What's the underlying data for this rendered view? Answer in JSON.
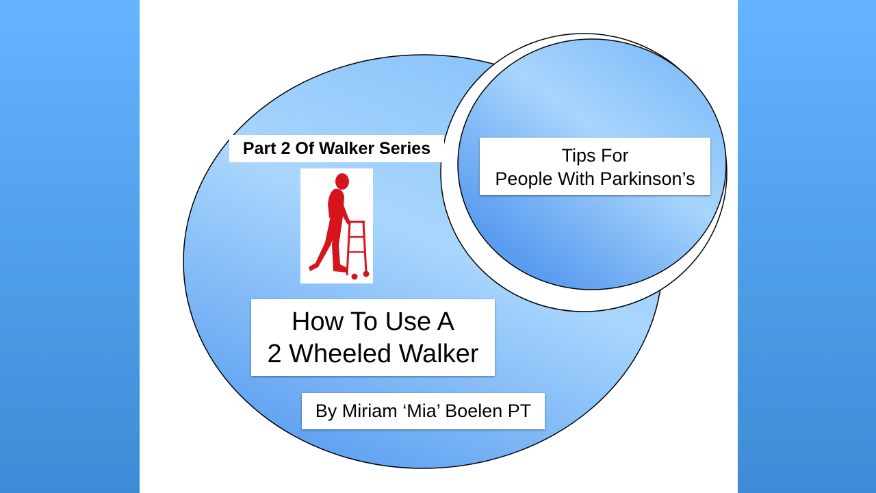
{
  "slide": {
    "series_label": "Part 2 Of Walker Series",
    "tips_line1": "Tips For",
    "tips_line2": "People With Parkinson’s",
    "title_line1": "How To Use A",
    "title_line2": "2 Wheeled Walker",
    "author": "By Miriam ‘Mia’ Boelen PT"
  },
  "colors": {
    "side_panel": "#4d9ee8",
    "circle_light": "#b4dcff",
    "circle_mid": "#8ec6fb",
    "circle_dark": "#5b9ff0",
    "figure_red": "#d6141c"
  },
  "icons": {
    "walker_figure": "person-with-walker-icon"
  }
}
